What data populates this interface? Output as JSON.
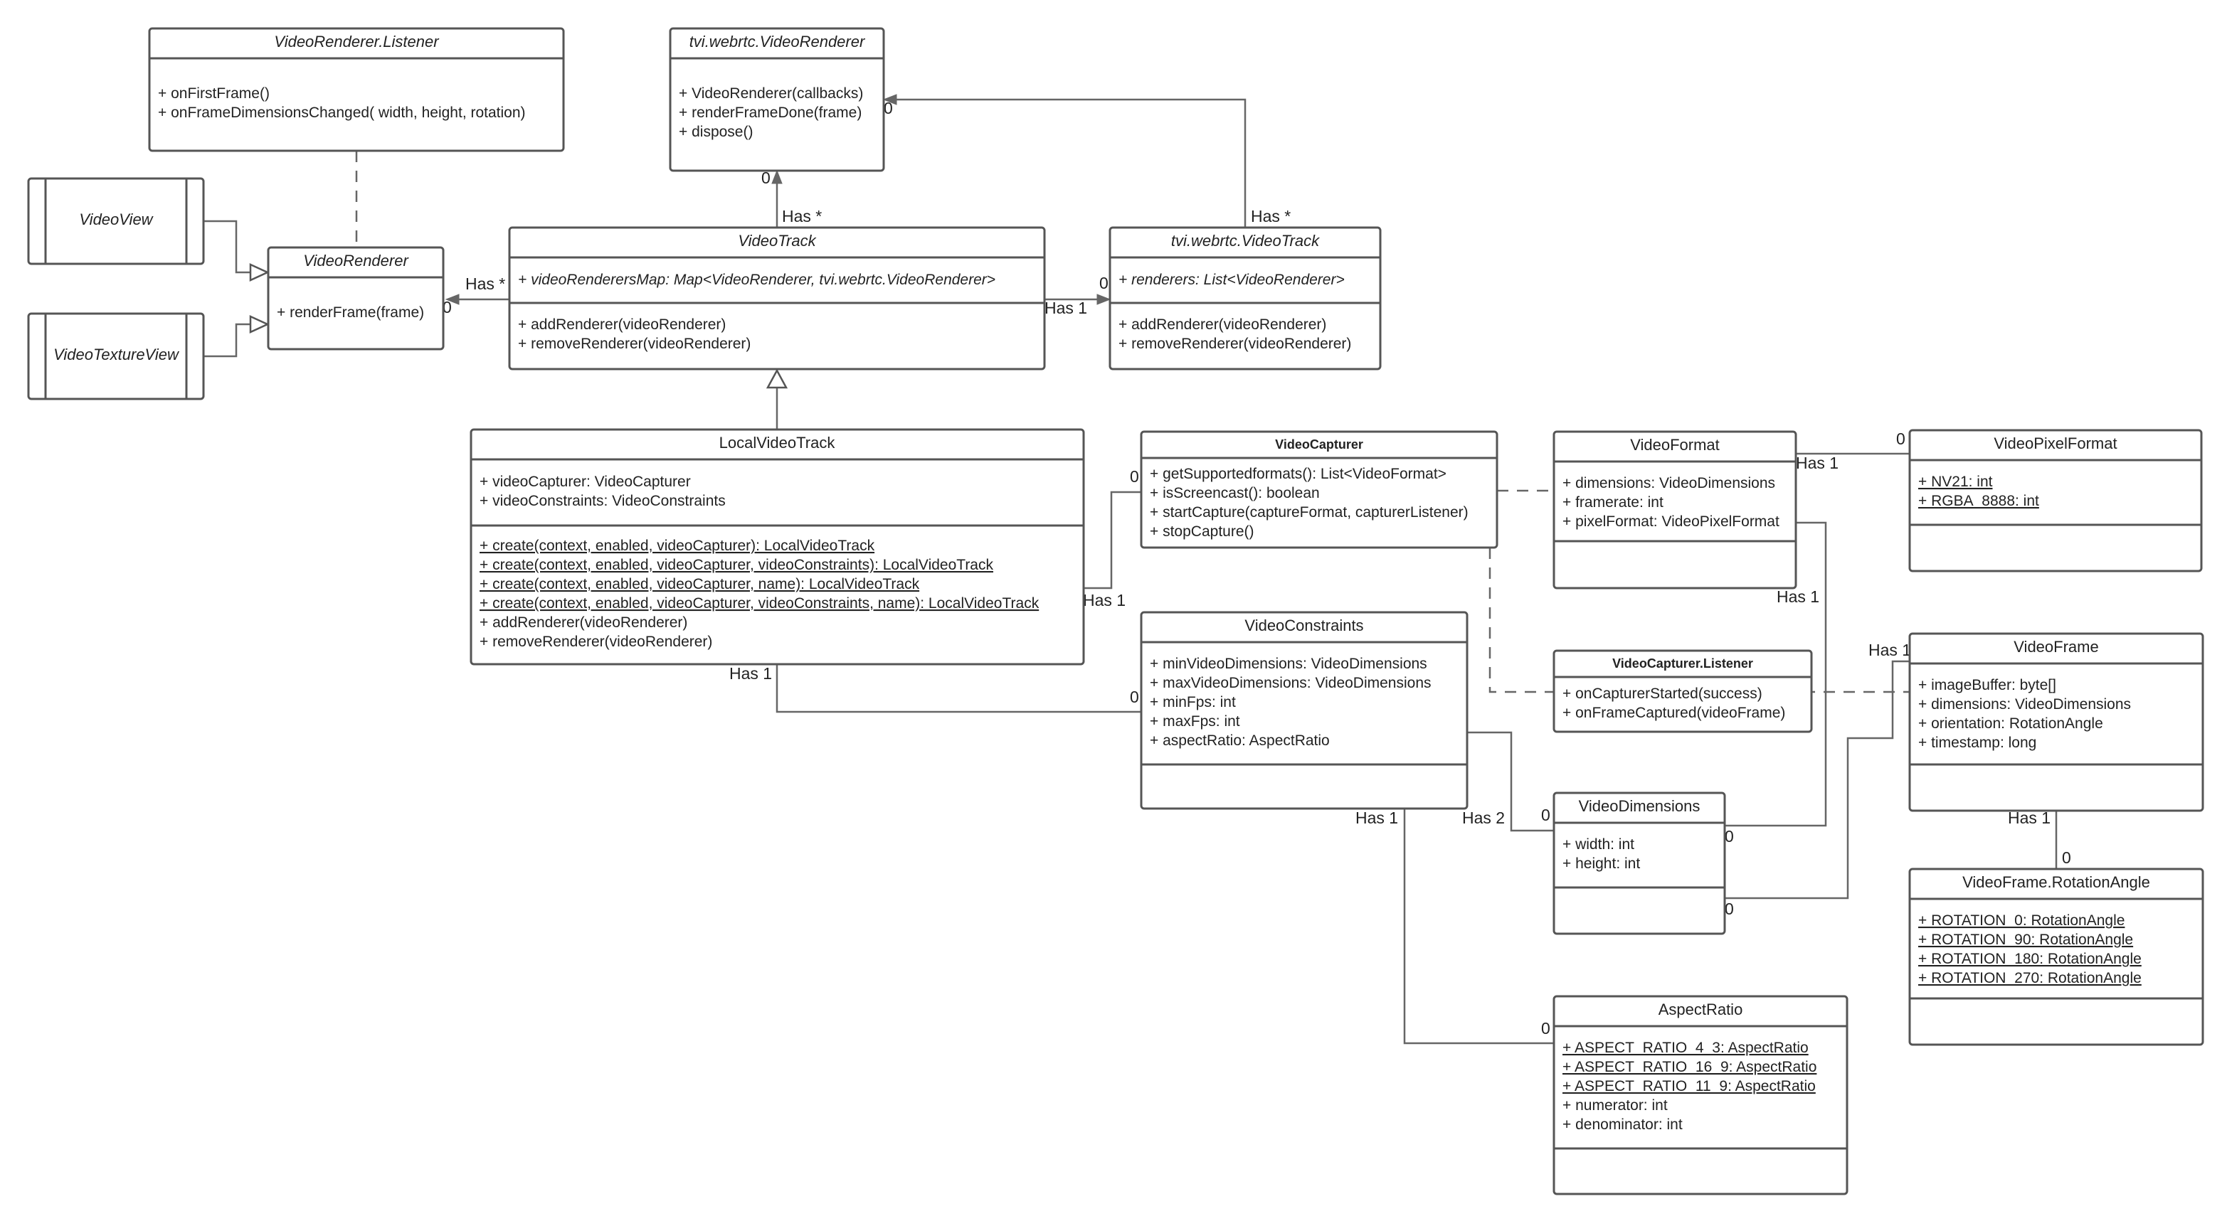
{
  "classes": {
    "videorenderer_listener": {
      "title": "VideoRenderer.Listener",
      "methods": [
        "+ onFirstFrame()",
        "+ onFrameDimensionsChanged( width, height, rotation)"
      ]
    },
    "tvi_videorenderer": {
      "title": "tvi.webrtc.VideoRenderer",
      "methods": [
        "+ VideoRenderer(callbacks)",
        "+ renderFrameDone(frame)",
        "+ dispose()"
      ]
    },
    "videoview": {
      "title": "VideoView"
    },
    "videotextureview": {
      "title": "VideoTextureView"
    },
    "videorenderer": {
      "title": "VideoRenderer",
      "methods": [
        "+ renderFrame(frame)"
      ]
    },
    "videotrack": {
      "title": "VideoTrack",
      "attributes": [
        "+ videoRenderersMap: Map<VideoRenderer, tvi.webrtc.VideoRenderer>"
      ],
      "methods": [
        "+ addRenderer(videoRenderer)",
        "+ removeRenderer(videoRenderer)"
      ]
    },
    "tvi_videotrack": {
      "title": "tvi.webrtc.VideoTrack",
      "attributes": [
        "+ renderers: List<VideoRenderer>"
      ],
      "methods": [
        "+ addRenderer(videoRenderer)",
        "+ removeRenderer(videoRenderer)"
      ]
    },
    "localvideotrack": {
      "title": "LocalVideoTrack",
      "attributes": [
        "+ videoCapturer: VideoCapturer",
        "+ videoConstraints: VideoConstraints"
      ],
      "static_methods": [
        "+ create(context, enabled, videoCapturer): LocalVideoTrack",
        "+ create(context, enabled, videoCapturer, videoConstraints): LocalVideoTrack",
        "+ create(context, enabled, videoCapturer, name): LocalVideoTrack",
        "+ create(context, enabled, videoCapturer, videoConstraints, name): LocalVideoTrack"
      ],
      "methods": [
        "+ addRenderer(videoRenderer)",
        "+ removeRenderer(videoRenderer)"
      ]
    },
    "videocapturer": {
      "title": "VideoCapturer",
      "methods": [
        "+ getSupportedformats(): List<VideoFormat>",
        "+ isScreencast(): boolean",
        "+ startCapture(captureFormat, capturerListener)",
        "+ stopCapture()"
      ]
    },
    "videoformat": {
      "title": "VideoFormat",
      "attributes": [
        "+ dimensions: VideoDimensions",
        "+ framerate: int",
        "+ pixelFormat: VideoPixelFormat"
      ]
    },
    "videopixelformat": {
      "title": "VideoPixelFormat",
      "static_attributes": [
        "+ NV21: int",
        "+ RGBA_8888: int"
      ]
    },
    "videoconstraints": {
      "title": "VideoConstraints",
      "attributes": [
        "+ minVideoDimensions: VideoDimensions",
        "+ maxVideoDimensions: VideoDimensions",
        "+ minFps: int",
        "+ maxFps: int",
        "+ aspectRatio: AspectRatio"
      ]
    },
    "videocapturer_listener": {
      "title": "VideoCapturer.Listener",
      "methods": [
        "+ onCapturerStarted(success)",
        "+ onFrameCaptured(videoFrame)"
      ]
    },
    "videoframe": {
      "title": "VideoFrame",
      "attributes": [
        "+ imageBuffer: byte[]",
        "+ dimensions: VideoDimensions",
        "+ orientation: RotationAngle",
        "+ timestamp: long"
      ]
    },
    "videodimensions": {
      "title": "VideoDimensions",
      "attributes": [
        "+ width: int",
        "+ height: int"
      ]
    },
    "videoframe_rotationangle": {
      "title": "VideoFrame.RotationAngle",
      "static_attributes": [
        "+ ROTATION_0: RotationAngle",
        "+ ROTATION_90: RotationAngle",
        "+ ROTATION_180: RotationAngle",
        "+ ROTATION_270: RotationAngle"
      ]
    },
    "aspectratio": {
      "title": "AspectRatio",
      "static_attributes": [
        "+ ASPECT_RATIO_4_3: AspectRatio",
        "+ ASPECT_RATIO_16_9: AspectRatio",
        "+ ASPECT_RATIO_11_9: AspectRatio"
      ],
      "attributes": [
        "+ numerator: int",
        "+ denominator: int"
      ]
    }
  },
  "labels": {
    "has_star": "Has *",
    "has_1": "Has 1",
    "has_2": "Has 2",
    "zero": "0"
  }
}
